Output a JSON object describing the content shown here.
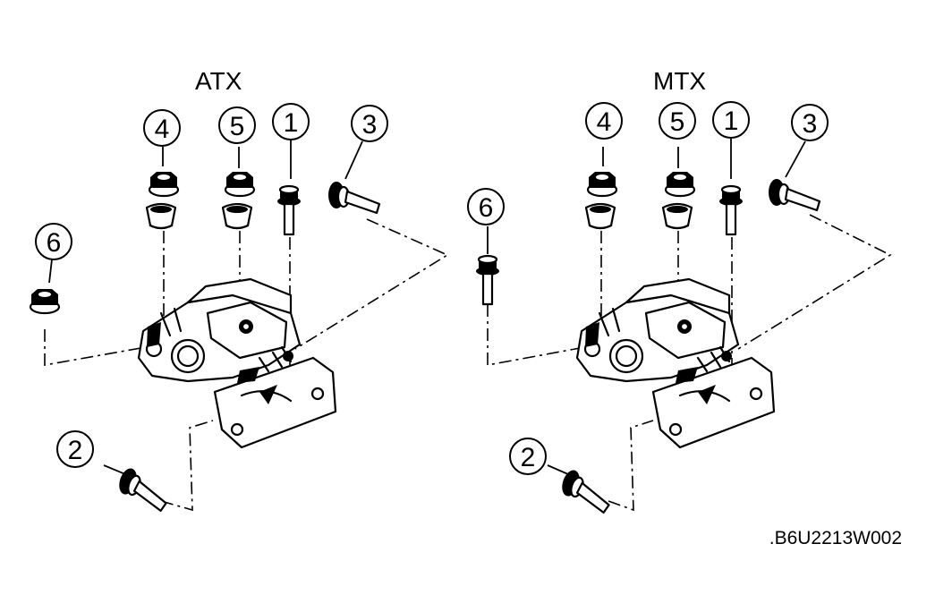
{
  "groups": [
    {
      "title": "ATX",
      "callouts": {
        "c1": "1",
        "c2": "2",
        "c3": "3",
        "c4": "4",
        "c5": "5",
        "c6": "6"
      }
    },
    {
      "title": "MTX",
      "callouts": {
        "c1": "1",
        "c2": "2",
        "c3": "3",
        "c4": "4",
        "c5": "5",
        "c6": "6"
      }
    }
  ],
  "figure_code": ".B6U2213W002",
  "icons": [
    "nut-icon",
    "bushing-icon",
    "bolt-icon",
    "flange-bolt-icon",
    "engine-mount-icon",
    "bracket-icon"
  ]
}
